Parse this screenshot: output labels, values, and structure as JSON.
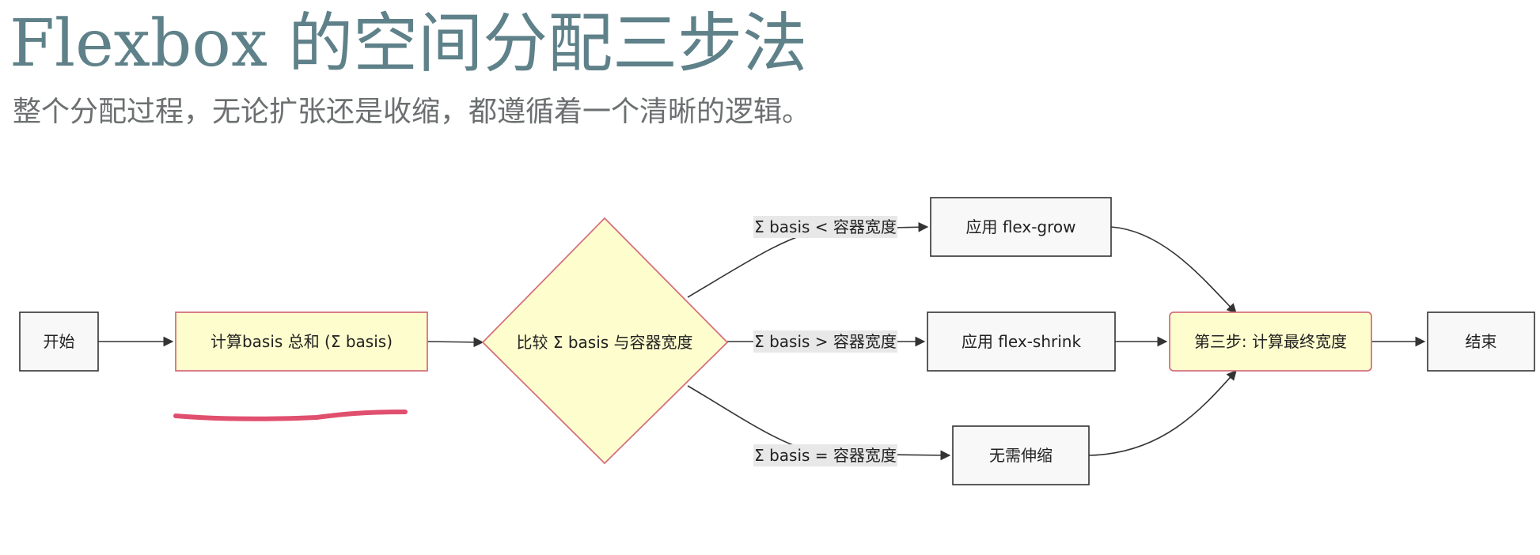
{
  "header": {
    "title": "Flexbox 的空间分配三步法",
    "subtitle": "整个分配过程，无论扩张还是收缩，都遵循着一个清晰的逻辑。"
  },
  "flowchart": {
    "nodes": {
      "start": "开始",
      "compute_basis": "计算basis 总和 (Σ basis)",
      "compare": "比较 Σ basis 与容器宽度",
      "apply_grow": "应用 flex-grow",
      "apply_shrink": "应用 flex-shrink",
      "no_change": "无需伸缩",
      "step_three": "第三步: 计算最终宽度",
      "end": "结束"
    },
    "edge_labels": {
      "less_than": "Σ basis < 容器宽度",
      "greater_than": "Σ basis > 容器宽度",
      "equal": "Σ basis = 容器宽度"
    }
  },
  "colors": {
    "title": "#5f8189",
    "subtitle": "#6b6f70",
    "highlight_fill": "#fefdcd",
    "highlight_stroke": "#d4707e",
    "plain_fill": "#f8f8f8",
    "plain_stroke": "#333333",
    "edge_label_bg": "#e8e8e8",
    "annotation_underline": "#e0506e"
  }
}
